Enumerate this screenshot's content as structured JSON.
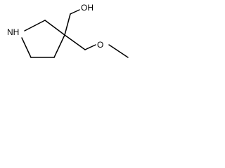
{
  "molecule": {
    "labels": {
      "nh": "NH",
      "oh": "OH",
      "o": "O"
    },
    "colors": {
      "bond": "#000000",
      "label": "#000000",
      "background": "#ffffff"
    }
  }
}
